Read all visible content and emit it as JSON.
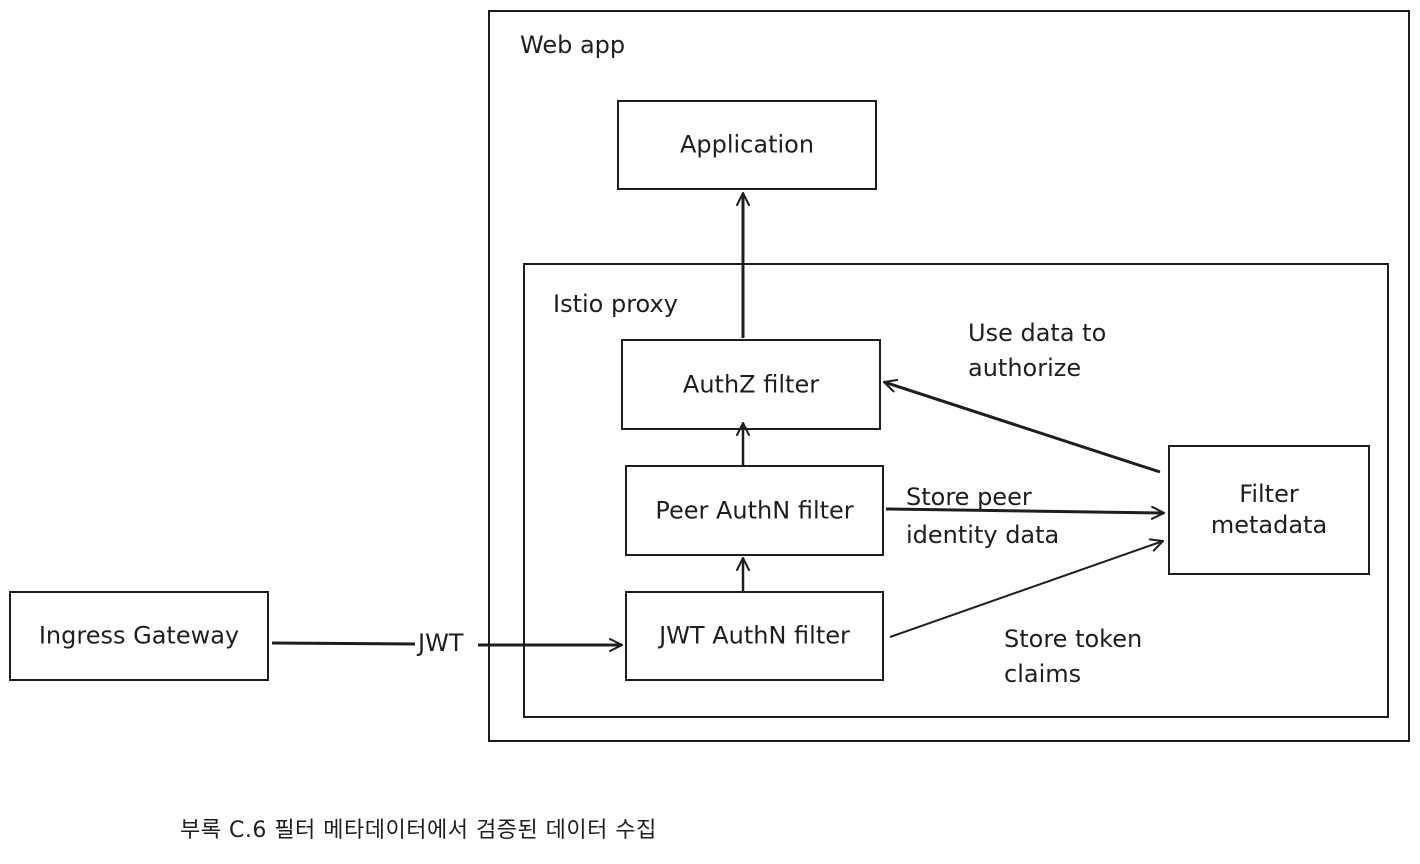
{
  "containers": {
    "web_app": "Web app",
    "istio_proxy": "Istio proxy"
  },
  "nodes": {
    "application": "Application",
    "authz_filter": "AuthZ filter",
    "peer_authn_filter": "Peer AuthN filter",
    "jwt_authn_filter": "JWT AuthN filter",
    "filter_metadata": "Filter\nmetadata",
    "ingress_gateway": "Ingress Gateway"
  },
  "edge_labels": {
    "jwt": "JWT",
    "use_data": "Use data to\nauthorize",
    "store_peer": "Store peer\nidentity data",
    "store_token": "Store token\nclaims"
  },
  "caption": "부록 C.6 필터 메타데이터에서 검증된 데이터 수집",
  "colors": {
    "stroke": "#1e1e1e",
    "background": "#ffffff"
  }
}
